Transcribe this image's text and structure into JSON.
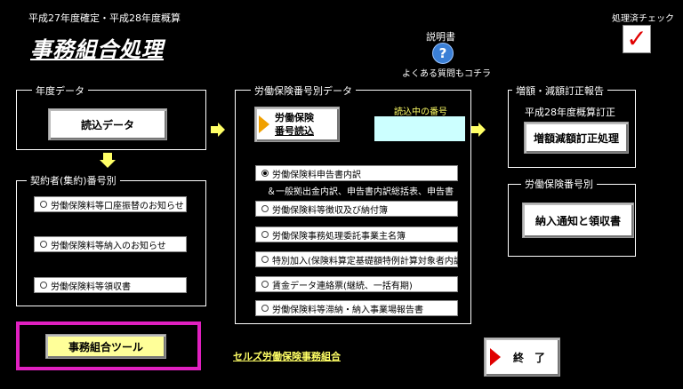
{
  "header": {
    "year_text": "平成27年度確定・平成28年度概算",
    "title": "事務組合処理",
    "help_label": "説明書",
    "faq_label": "よくある質問もコチラ",
    "processed_check_label": "処理済チェック",
    "check_mark": "✓"
  },
  "year_data": {
    "frame_label": "年度データ",
    "load_button": "読込データ"
  },
  "contractor": {
    "frame_label": "契約者(集約)番号別",
    "options": [
      "労働保険料等口座振替のお知らせ",
      "労働保険料等納入のお知らせ",
      "労働保険料等領収書"
    ]
  },
  "tool_button": "事務組合ツール",
  "insurance_data": {
    "frame_label": "労働保険番号別データ",
    "read_button_line1": "労働保険",
    "read_button_line2": "番号読込",
    "reading_number_label": "読込中の番号",
    "reading_number_value": "",
    "options": [
      "労働保険料申告書内訳",
      "＆一般拠出金内訳、申告書内訳総括表、申告書",
      "労働保険料等徴収及び納付簿",
      "労働保険事務処理委託事業主名簿",
      "特別加入(保険料算定基礎額特例計算対象者内訳",
      "賃金データ連絡票(継続、一括有期)",
      "労働保険料等滞納・納入事業場報告書"
    ],
    "selected_index": 0
  },
  "correction": {
    "frame_label": "増額・減額訂正報告",
    "subtitle": "平成28年度概算訂正",
    "button": "増額減額訂正処理"
  },
  "per_number": {
    "frame_label": "労働保険番号別",
    "button": "納入通知と領収書"
  },
  "footer": {
    "link": "セルズ労働保険事務組合",
    "exit_button": "終　了"
  },
  "colors": {
    "background": "#000000",
    "highlight_frame": "#e020c0",
    "tool_button_bg": "#ffff99",
    "arrow": "#ffff66",
    "read_badge": "#f0a000",
    "exit_badge": "#e00000",
    "check": "#e00000",
    "number_box": "#ccffff",
    "link": "#ffff66"
  }
}
